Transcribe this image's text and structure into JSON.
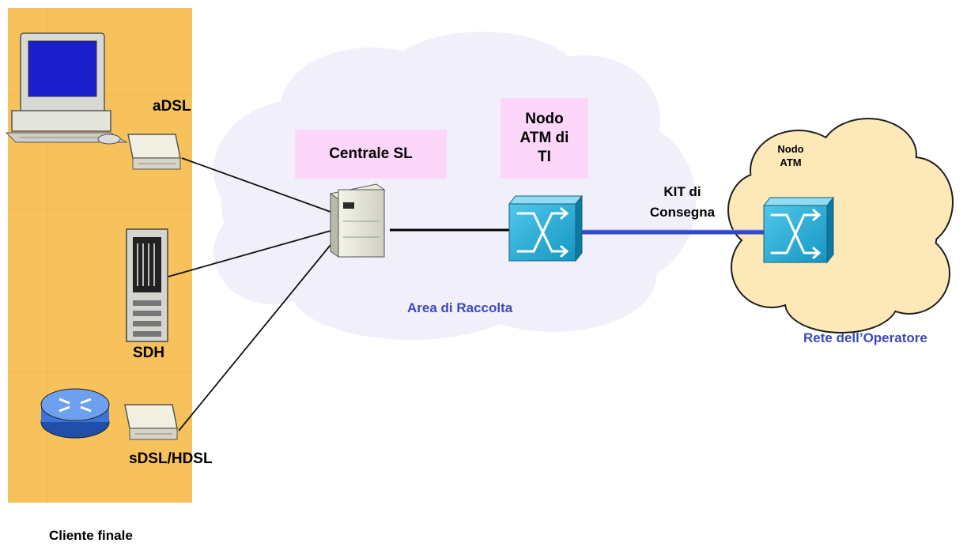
{
  "client_panel": {
    "title": "Cliente finale",
    "devices": {
      "adsl_label": "aDSL",
      "sdh_label": "SDH",
      "sdsl_label": "sDSL/HDSL"
    }
  },
  "collection_area": {
    "label": "Area di Raccolta",
    "central_label": "Centrale SL",
    "atm_node_label": "Nodo\nATM di\nTI"
  },
  "delivery_link": {
    "label": "KIT di\nConsegna"
  },
  "operator_network": {
    "label": "Rete dell’Operatore",
    "atm_node_label": "Nodo\nATM"
  },
  "colors": {
    "client_panel": "#f7c25c",
    "cloud_collection": "#f1effa",
    "cloud_operator": "#fde9b8",
    "pink_box": "#fcd7fa",
    "label_blue": "#3b4bb5",
    "switch_cyan": "#1aa6d0"
  }
}
